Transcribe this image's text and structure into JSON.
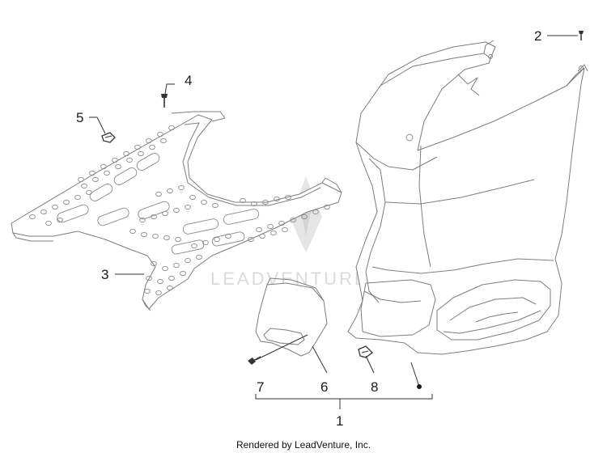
{
  "watermark": "LEADVENTURE",
  "footer": "Rendered by LeadVenture, Inc.",
  "callouts": {
    "c1": "1",
    "c2": "2",
    "c3": "3",
    "c4": "4",
    "c5": "5",
    "c6": "6",
    "c7": "7",
    "c8": "8"
  }
}
